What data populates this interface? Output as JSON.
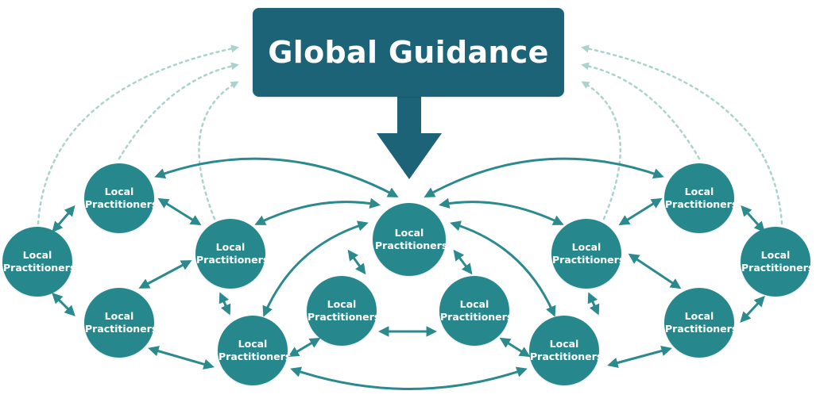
{
  "header": {
    "title": "Global Guidance"
  },
  "node": {
    "line1": "Local",
    "line2": "Practitioners"
  },
  "colors": {
    "header_bg": "#1c6378",
    "node_fill": "#26888c",
    "arrow": "#2a8a8e",
    "dashed_arrow": "#a9d3cc"
  }
}
